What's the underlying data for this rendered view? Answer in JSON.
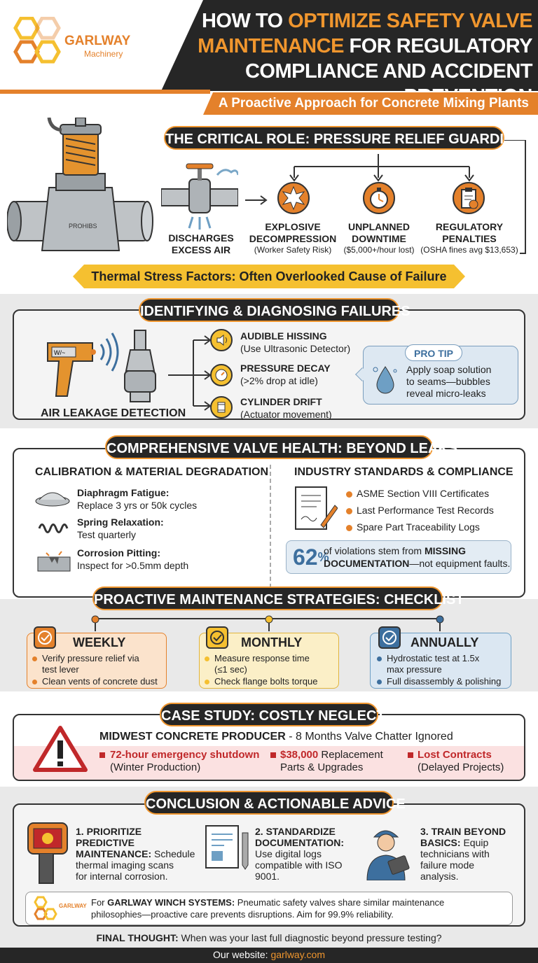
{
  "brand": {
    "name": "GARLWAY",
    "sub": "Machinery"
  },
  "header": {
    "title_l1_w": "HOW TO ",
    "title_l1_o": "OPTIMIZE SAFETY VALVE",
    "title_l2_o": "MAINTENANCE",
    "title_l2_w": " FOR REGULATORY",
    "title_l3": "COMPLIANCE AND ACCIDENT PREVENTION",
    "subtitle": "A Proactive Approach for Concrete Mixing Plants"
  },
  "s1": {
    "heading": "THE CRITICAL ROLE: PRESSURE RELIEF GUARDIANS",
    "discharge": [
      "DISCHARGES",
      "EXCESS AIR"
    ],
    "items": [
      {
        "title": [
          "EXPLOSIVE",
          "DECOMPRESSION"
        ],
        "note": "(Worker Safety Risk)",
        "icon": "explosion-icon"
      },
      {
        "title": [
          "UNPLANNED",
          "DOWNTIME"
        ],
        "note": "($5,000+/hour lost)",
        "icon": "stopwatch-icon"
      },
      {
        "title": [
          "REGULATORY",
          "PENALTIES"
        ],
        "note": "(OSHA fines avg $13,653)",
        "icon": "clipboard-icon"
      }
    ],
    "banner": "Thermal Stress Factors: Often Overlooked Cause of Failure"
  },
  "s2": {
    "heading": "IDENTIFYING & DIAGNOSING FAILURES",
    "caption": "AIR LEAKAGE DETECTION",
    "items": [
      {
        "title": "AUDIBLE HISSING",
        "note": "(Use Ultrasonic Detector)"
      },
      {
        "title": "PRESSURE DECAY",
        "note": "(>2% drop at idle)"
      },
      {
        "title": "CYLINDER DRIFT",
        "note": "(Actuator movement)"
      }
    ],
    "tip_title": "PRO TIP",
    "tip": [
      "Apply soap solution",
      "to seams—bubbles",
      "reveal micro-leaks"
    ]
  },
  "s3": {
    "heading": "COMPREHENSIVE VALVE HEALTH: BEYOND LEAKS",
    "left_title": "CALIBRATION & MATERIAL DEGRADATION",
    "left_items": [
      {
        "title": "Diaphragm Fatigue:",
        "note": "Replace 3 yrs or 50k cycles"
      },
      {
        "title": "Spring Relaxation:",
        "note": "Test quarterly"
      },
      {
        "title": "Corrosion Pitting:",
        "note": "Inspect for >0.5mm depth"
      }
    ],
    "right_title": "INDUSTRY STANDARDS & COMPLIANCE",
    "right_items": [
      "ASME Section VIII Certificates",
      "Last Performance Test Records",
      "Spare Part Traceability Logs"
    ],
    "stat_num": "62",
    "stat_pct": "%",
    "stat_l1a": "of violations stem from ",
    "stat_l1b": "MISSING",
    "stat_l2a": "DOCUMENTATION",
    "stat_l2b": "—not equipment faults."
  },
  "s4": {
    "heading": "PROACTIVE MAINTENANCE STRATEGIES: CHECKLIST",
    "cols": [
      {
        "title": "WEEKLY",
        "items": [
          [
            "Verify pressure relief via",
            "test lever"
          ],
          [
            "Clean vents of concrete dust"
          ]
        ],
        "color": "#e4812b"
      },
      {
        "title": "MONTHLY",
        "items": [
          [
            "Measure response time",
            "(≤1 sec)"
          ],
          [
            "Check flange bolts torque"
          ]
        ],
        "color": "#f3c63c"
      },
      {
        "title": "ANNUALLY",
        "items": [
          [
            "Hydrostatic test at 1.5x",
            "max pressure"
          ],
          [
            "Full disassembly & polishing"
          ]
        ],
        "color": "#3d6f9e"
      }
    ]
  },
  "s5": {
    "heading": "CASE STUDY: COSTLY NEGLECT",
    "lead_b": "MIDWEST CONCRETE PRODUCER",
    "lead_n": " - 8 Months Valve Chatter Ignored",
    "items": [
      {
        "red": "72-hour emergency shutdown",
        "black": "",
        "l2": "(Winter Production)"
      },
      {
        "red": "$38,000",
        "black": " Replacement",
        "l2": "Parts & Upgrades"
      },
      {
        "red": "Lost Contracts",
        "black": "",
        "l2": "(Delayed Projects)"
      }
    ]
  },
  "s6": {
    "heading": "CONCLUSION & ACTIONABLE ADVICE",
    "items": [
      {
        "lines": [
          [
            "1. PRIORITIZE",
            ""
          ],
          [
            "PREDICTIVE",
            ""
          ],
          [
            "MAINTENANCE:",
            " Schedule"
          ],
          [
            "",
            "thermal imaging scans"
          ],
          [
            "",
            "for internal corrosion."
          ]
        ]
      },
      {
        "lines": [
          [
            "2. STANDARDIZE",
            ""
          ],
          [
            "DOCUMENTATION:",
            ""
          ],
          [
            "",
            "Use digital logs"
          ],
          [
            "",
            "compatible with ISO"
          ],
          [
            "",
            "9001."
          ]
        ]
      },
      {
        "lines": [
          [
            "3. TRAIN BEYOND",
            ""
          ],
          [
            "BASICS:",
            " Equip"
          ],
          [
            "",
            "technicians with"
          ],
          [
            "",
            "failure mode"
          ],
          [
            "",
            "analysis."
          ]
        ]
      }
    ],
    "note_a": "For ",
    "note_b": "GARLWAY WINCH SYSTEMS:",
    "note_c": " Pneumatic safety valves share similar maintenance",
    "note_l2": "philosophies—proactive care prevents disruptions. Aim for 99.9% reliability.",
    "final_b": "FINAL THOUGHT:",
    "final_n": " When was your last full diagnostic beyond pressure testing?"
  },
  "footer": {
    "label": "Our website: ",
    "url": "garlway.com"
  },
  "colors": {
    "orange": "#e4812b",
    "dark": "#262626",
    "yellow": "#f5c030",
    "blue": "#3d6f9e",
    "red": "#c0282a"
  }
}
